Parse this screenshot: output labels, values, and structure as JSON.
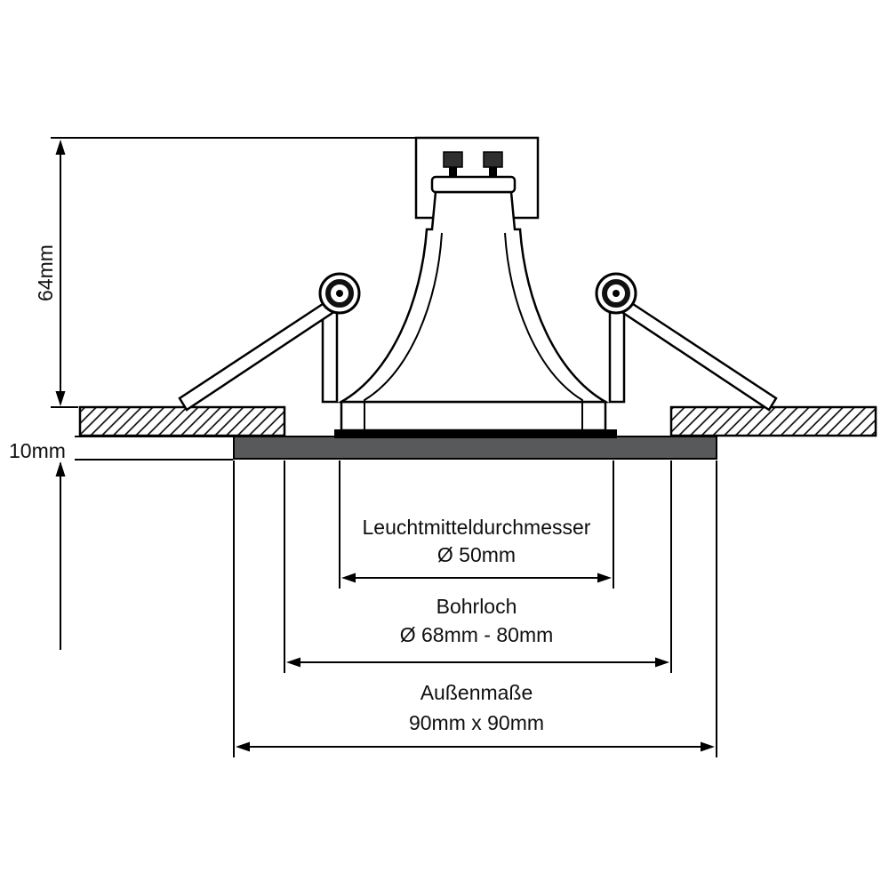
{
  "diagram": {
    "dimensions": {
      "height": {
        "label": "64mm"
      },
      "ceiling_thickness": {
        "label": "10mm"
      },
      "bulb_diameter": {
        "title": "Leuchtmitteldurchmesser",
        "value": "Ø 50mm"
      },
      "drill_hole": {
        "title": "Bohrloch",
        "value": "Ø 68mm - 80mm"
      },
      "outer_size": {
        "title": "Außenmaße",
        "value": "90mm x 90mm"
      }
    },
    "colors": {
      "line": "#000000",
      "trim_ring": "#58595b",
      "background": "#ffffff"
    }
  }
}
